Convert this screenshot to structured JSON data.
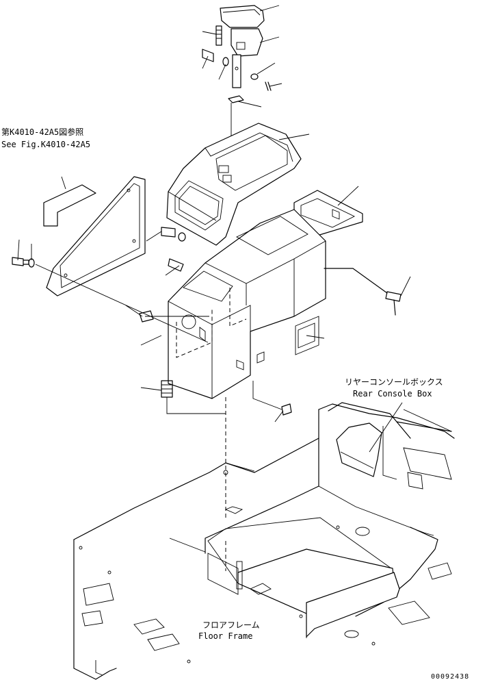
{
  "references": {
    "ref_jp": "第K4010-42A5図参照",
    "ref_en": "See Fig.K4010-42A5"
  },
  "parts": {
    "rear_console_box_jp": "リヤーコンソールボックス",
    "rear_console_box_en": "Rear Console Box",
    "floor_frame_jp": "フロアフレーム",
    "floor_frame_en": "Floor Frame"
  },
  "document_id": "00092438"
}
